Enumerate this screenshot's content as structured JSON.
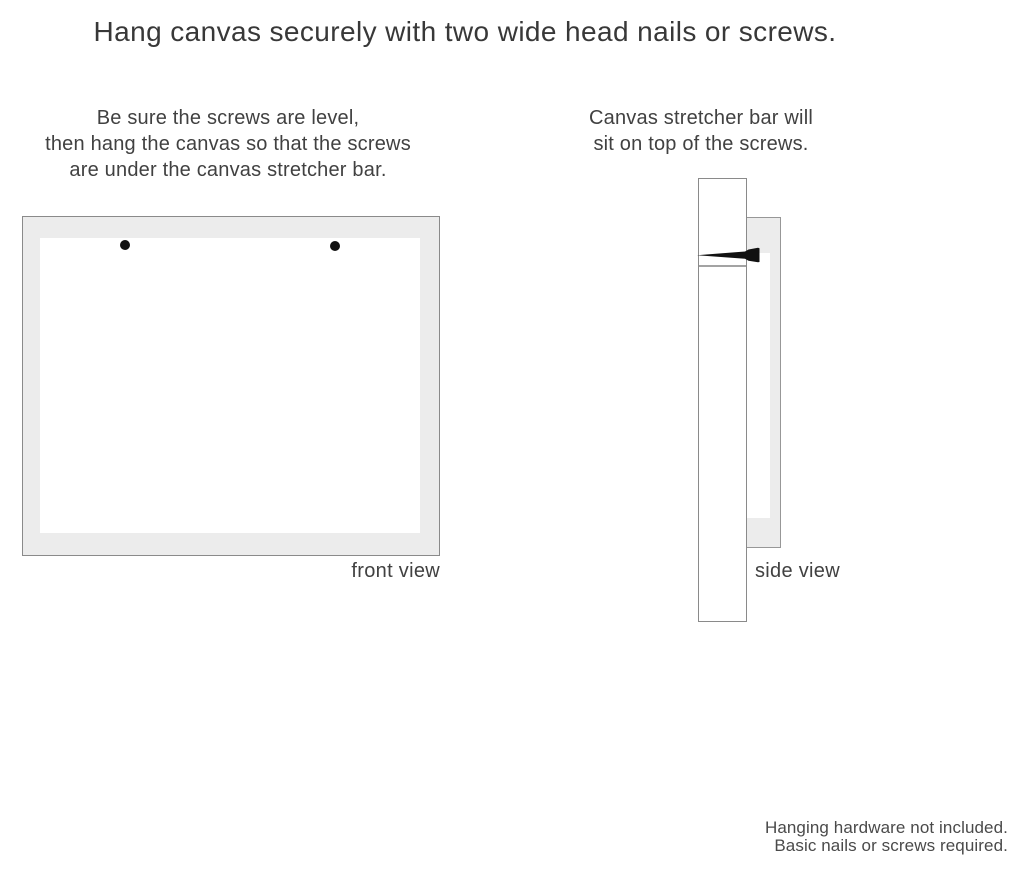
{
  "title": "Hang canvas securely with two wide head nails or screws.",
  "instructions": {
    "left": {
      "lines": [
        "Be sure the screws are level,",
        "then hang the canvas so that the screws",
        "are under the canvas stretcher bar."
      ]
    },
    "right": {
      "lines": [
        "Canvas stretcher bar will",
        "sit on top of the screws."
      ]
    }
  },
  "diagrams": {
    "front": {
      "label": "front view",
      "nail_count": 2,
      "nail_icon": "nail-head-dot"
    },
    "side": {
      "label": "side view",
      "nail_icon": "nail-side-wedge"
    }
  },
  "footer": {
    "lines": [
      "Hanging hardware not included.",
      "Basic nails or screws required."
    ]
  },
  "colors": {
    "background": "#ffffff",
    "frame_fill": "#ececec",
    "border": "#8a8a8a",
    "nail": "#111111",
    "text": "#3f3f3f"
  }
}
